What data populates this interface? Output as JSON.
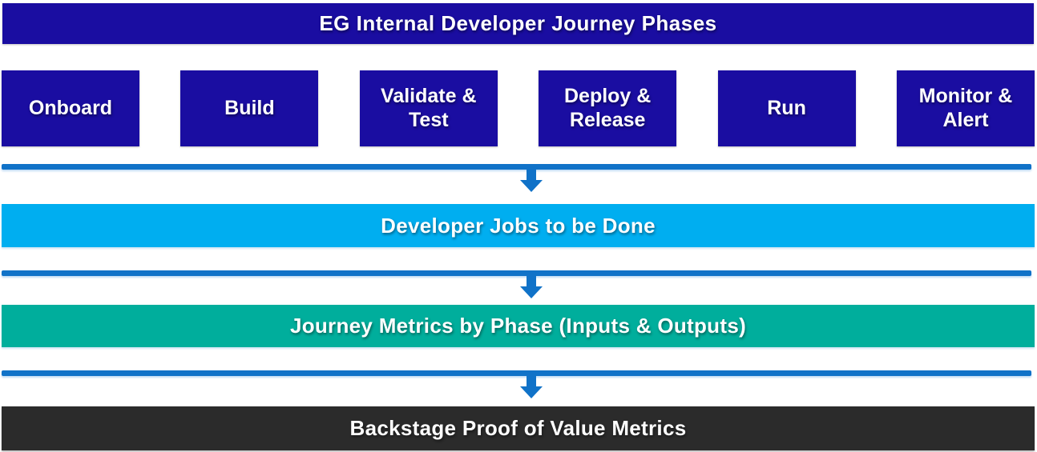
{
  "title": "EG Internal Developer Journey Phases",
  "phases": [
    "Onboard",
    "Build",
    "Validate & Test",
    "Deploy & Release",
    "Run",
    "Monitor & Alert"
  ],
  "bands": [
    {
      "label": "Developer Jobs to be Done",
      "color": "#00AEF0"
    },
    {
      "label": "Journey Metrics by Phase (Inputs & Outputs)",
      "color": "#00AE9C"
    },
    {
      "label": "Backstage Proof of Value Metrics",
      "color": "#2B2B2B"
    }
  ],
  "colors": {
    "phase_box": "#1A0DA1",
    "connector": "#1072C8",
    "background": "#FFFFFF",
    "text": "#FFFFFF"
  },
  "icons": {
    "connector_arrow": "down-arrow"
  }
}
